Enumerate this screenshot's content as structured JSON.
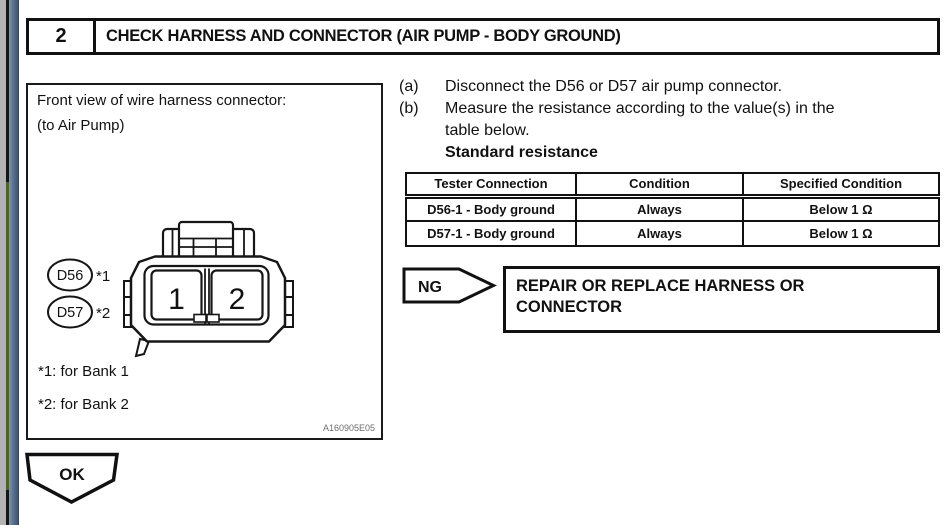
{
  "step": {
    "number": "2",
    "title": "CHECK HARNESS AND CONNECTOR (AIR PUMP - BODY GROUND)"
  },
  "figure": {
    "caption_line1": "Front view of wire harness connector:",
    "caption_line2": "(to Air Pump)",
    "connector": {
      "d56_label": "D56",
      "d56_ref": "*1",
      "d57_label": "D57",
      "d57_ref": "*2",
      "pin1": "1",
      "pin2": "2"
    },
    "footnote1": "*1: for Bank 1",
    "footnote2": "*2: for Bank 2",
    "figure_code": "A160905E05"
  },
  "procedure": {
    "step_a_label": "(a)",
    "step_a_text": "Disconnect the D56 or D57 air pump connector.",
    "step_b_label": "(b)",
    "step_b_line1": "Measure the resistance according to the value(s) in the",
    "step_b_line2": "table below.",
    "standard_resistance_label": "Standard resistance"
  },
  "resistance_table": {
    "headers": [
      "Tester Connection",
      "Condition",
      "Specified Condition"
    ],
    "rows": [
      [
        "D56-1 - Body ground",
        "Always",
        "Below 1 Ω"
      ],
      [
        "D57-1 - Body ground",
        "Always",
        "Below 1 Ω"
      ]
    ]
  },
  "decision": {
    "ng_label": "NG",
    "ng_action_line1": "REPAIR OR REPLACE HARNESS OR",
    "ng_action_line2": "CONNECTOR",
    "ok_label": "OK"
  },
  "colors": {
    "line_black": "#111111",
    "edge_blue": "#5d7795",
    "edge_gray": "#b3b3b3",
    "edge_green": "#4c612c"
  }
}
